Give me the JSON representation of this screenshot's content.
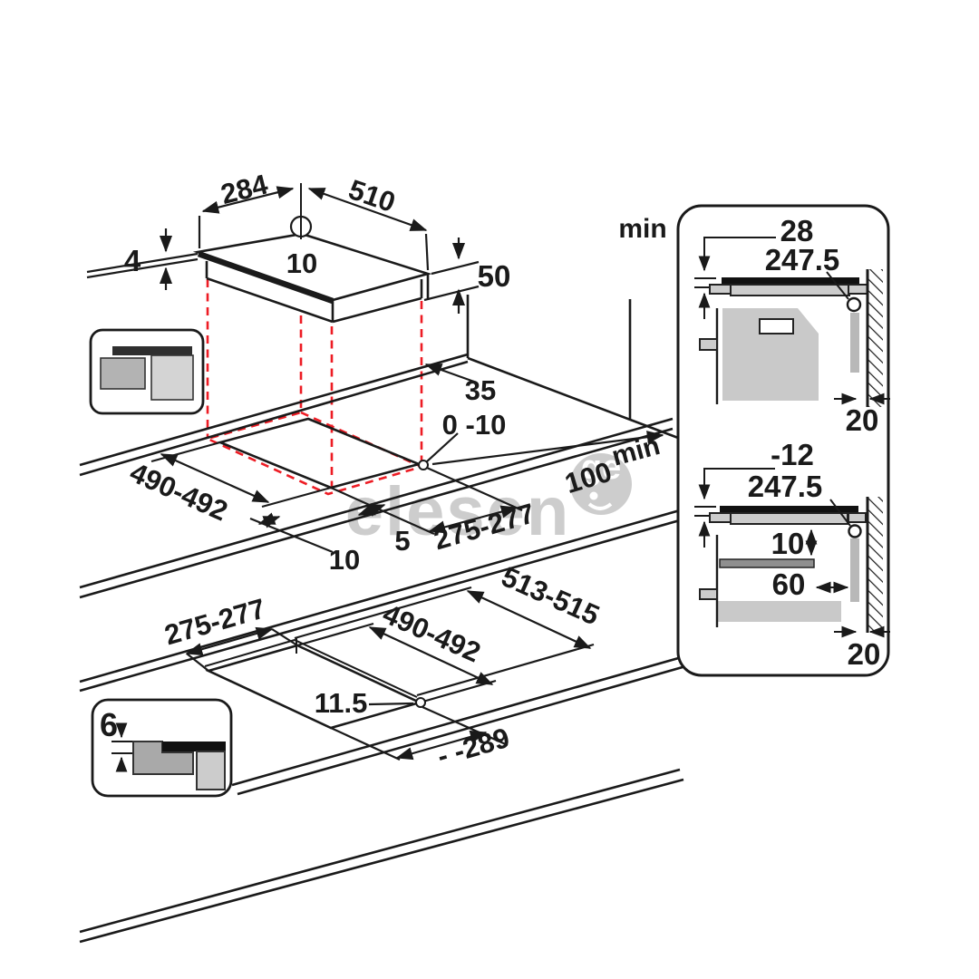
{
  "meta": {
    "title": "Hob built-in installation dimension drawing",
    "colors": {
      "line": "#1a1a1a",
      "dashed_projection": "#ed1c24",
      "watermark": "#cdcdcd",
      "gray_light": "#d2d2d2",
      "gray_mid": "#b3b3b3",
      "gray_dark": "#8f8f8f",
      "glass": "#111111"
    }
  },
  "top_view": {
    "width_left": "284",
    "width_right": "510",
    "hole_offset": "10",
    "glass_thickness": "4",
    "body_depth": "50"
  },
  "middle_view": {
    "cutout_depth": "490-492",
    "cutout_width": "275-277",
    "front_overlap": "10",
    "side_overlap": "5",
    "corner_radius": "0 -10",
    "back_clearance": "35",
    "wall_clearance_min": "min",
    "wall_clearance": "100"
  },
  "bottom_view": {
    "cutout_width": "275-277",
    "cutout_depth": "490-492",
    "recess_outer": "513-515",
    "corner_radius": "11.5",
    "recess_width": "- -289",
    "flush_depth": "6"
  },
  "panel_top": {
    "min": "min",
    "clearance_top": "28",
    "depth_to_outlet": "247.5",
    "wall_gap": "20"
  },
  "panel_bottom": {
    "clearance_top": "-12",
    "depth_to_outlet": "247.5",
    "shelf_gap": "10",
    "shelf_setback": "60",
    "wall_gap": "20"
  },
  "watermark": {
    "text": "elesen",
    "logo": "ge"
  }
}
